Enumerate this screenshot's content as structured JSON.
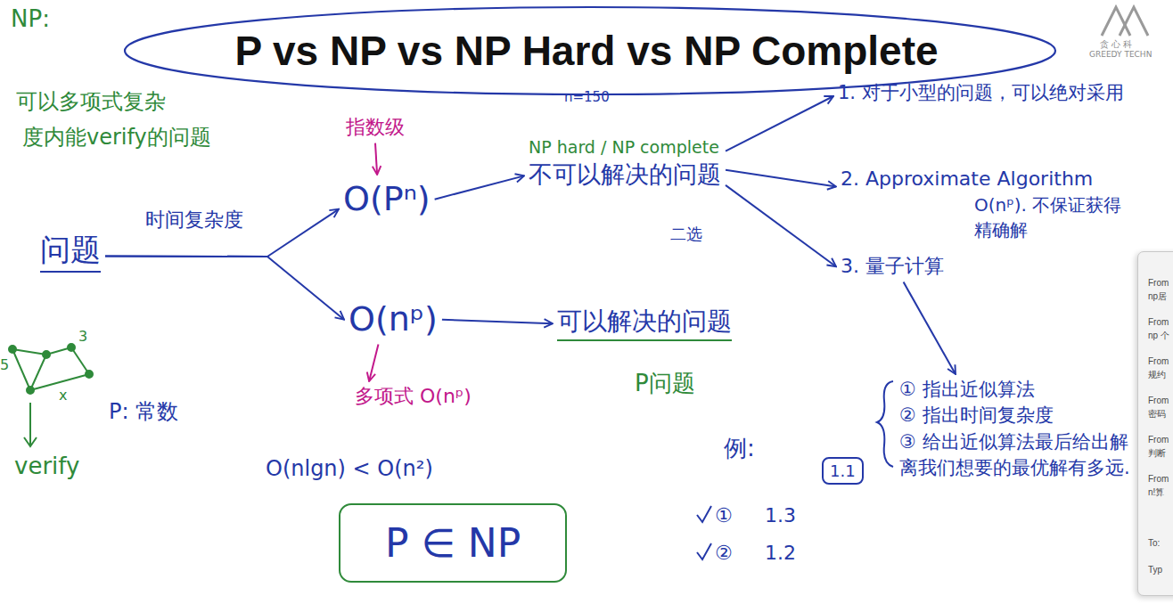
{
  "diagram": {
    "title": "P vs NP vs NP Hard vs NP Complete",
    "nodes": [
      {
        "text": [
          "问题"
        ]
      },
      {
        "text": [
          "指数级"
        ]
      },
      {
        "text": [
          "O(Pⁿ)"
        ]
      },
      {
        "text": [
          "O(nᵖ)"
        ]
      },
      {
        "text": [
          "多项式 O(nᵖ)"
        ]
      },
      {
        "text": [
          "NP hard / NP complete",
          "不可以解决的问题"
        ]
      },
      {
        "text": [
          "可以解决的问题"
        ]
      },
      {
        "text": [
          "1. 对于小型的问题，可以绝对采用"
        ]
      },
      {
        "text": [
          "2. Approximate Algorithm",
          "O(nᵖ). 不保证获得精确解"
        ]
      },
      {
        "text": [
          "3. 量子计算"
        ]
      },
      {
        "text": [
          "① 指出近似算法",
          "② 指出时间复杂度",
          "③ 给出近似算法最后给出解离我们想要的最优解有多远."
        ]
      },
      {
        "text": [
          "P ∈ NP"
        ]
      },
      {
        "text": [
          "1.1"
        ]
      }
    ],
    "edges": [
      {
        "from": 0,
        "to": 2,
        "label": "时间复杂度",
        "arrow": "to"
      },
      {
        "from": 0,
        "to": 3,
        "arrow": "to"
      },
      {
        "from": 1,
        "to": 2,
        "arrow": "to"
      },
      {
        "from": 3,
        "to": 4,
        "arrow": "to"
      },
      {
        "from": 2,
        "to": 5,
        "arrow": "to"
      },
      {
        "from": 3,
        "to": 6,
        "arrow": "to"
      },
      {
        "from": 5,
        "to": 7,
        "arrow": "to"
      },
      {
        "from": 5,
        "to": 8,
        "arrow": "to"
      },
      {
        "from": 5,
        "to": 9,
        "arrow": "to"
      },
      {
        "from": 9,
        "to": 10,
        "arrow": "to"
      }
    ],
    "labels": [
      "NP:",
      "可以多项式复杂",
      "度内能verify的问题",
      "n=150",
      "二选",
      "P问题",
      "3",
      "5",
      "x",
      "verify",
      "P: 常数",
      "O(nlgn) < O(n²)",
      "例:",
      "①",
      "1.3",
      "②",
      "1.2",
      "贪 心 科",
      "GREEDY TECHN",
      "From",
      "np居",
      "From",
      "np 个",
      "From",
      "规约",
      "From",
      "密码",
      "From",
      "判断",
      "From",
      "n!算",
      "To:",
      "Typ"
    ]
  }
}
